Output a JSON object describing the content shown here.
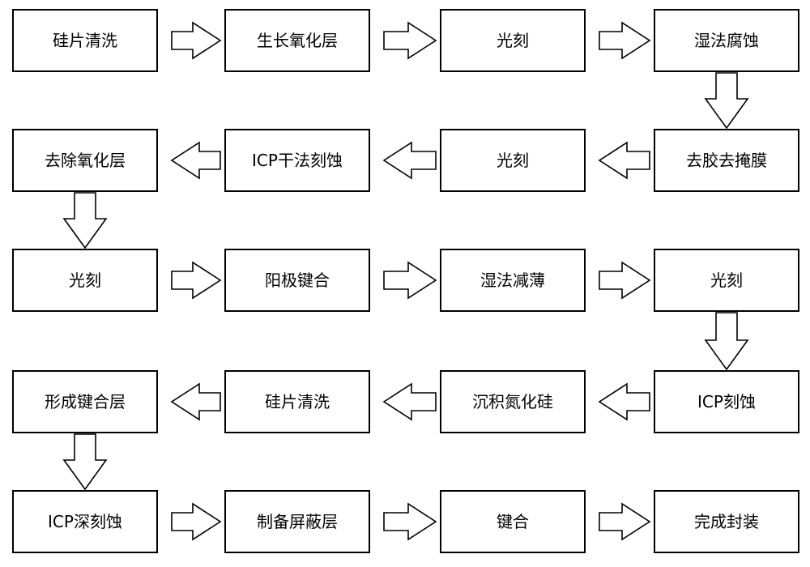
{
  "flowchart": {
    "rows": [
      {
        "direction": "right",
        "steps": [
          "硅片清洗",
          "生长氧化层",
          "光刻",
          "湿法腐蚀"
        ]
      },
      {
        "direction": "left",
        "steps": [
          "去除氧化层",
          "ICP干法刻蚀",
          "光刻",
          "去胶去掩膜"
        ]
      },
      {
        "direction": "right",
        "steps": [
          "光刻",
          "阳极键合",
          "湿法减薄",
          "光刻"
        ]
      },
      {
        "direction": "left",
        "steps": [
          "形成键合层",
          "硅片清洗",
          "沉积氮化硅",
          "ICP刻蚀"
        ]
      },
      {
        "direction": "right",
        "steps": [
          "ICP深刻蚀",
          "制备屏蔽层",
          "键合",
          "完成封装"
        ]
      }
    ],
    "colors": {
      "stroke": "#000000",
      "fill": "#ffffff",
      "text": "#000000"
    }
  }
}
